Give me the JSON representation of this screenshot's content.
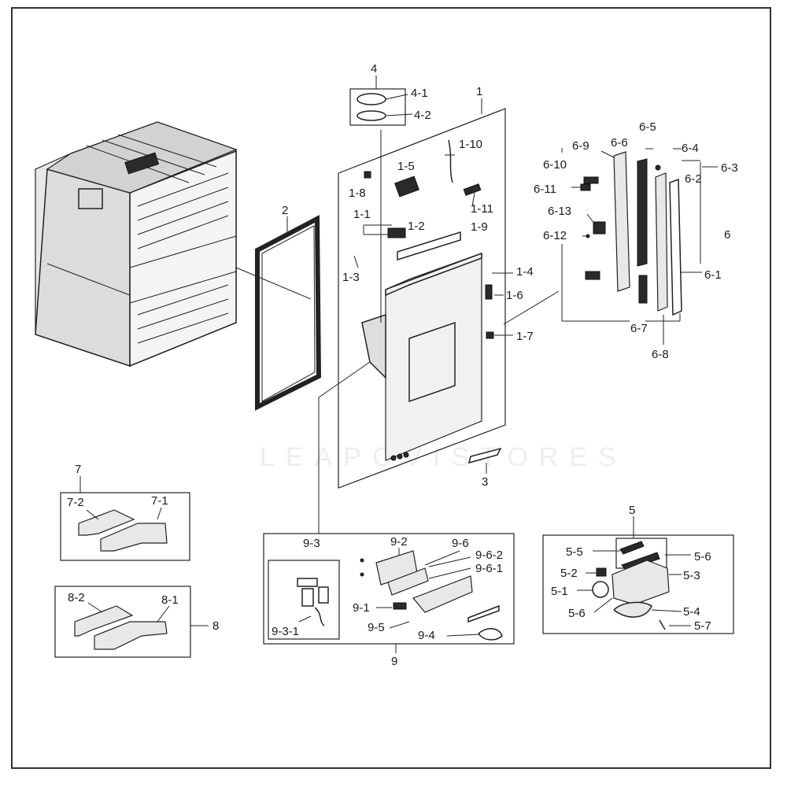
{
  "watermark": "LEAPOVISTORES",
  "labels": {
    "l1": "1",
    "l1_1": "1-1",
    "l1_2": "1-2",
    "l1_3": "1-3",
    "l1_4": "1-4",
    "l1_5": "1-5",
    "l1_6": "1-6",
    "l1_7": "1-7",
    "l1_8": "1-8",
    "l1_9": "1-9",
    "l1_10": "1-10",
    "l1_11": "1-11",
    "l2": "2",
    "l3": "3",
    "l4": "4",
    "l4_1": "4-1",
    "l4_2": "4-2",
    "l5": "5",
    "l5_1": "5-1",
    "l5_2": "5-2",
    "l5_3": "5-3",
    "l5_4": "5-4",
    "l5_5": "5-5",
    "l5_6a": "5-6",
    "l5_6b": "5-6",
    "l5_7": "5-7",
    "l6": "6",
    "l6_1": "6-1",
    "l6_2": "6-2",
    "l6_3": "6-3",
    "l6_4": "6-4",
    "l6_5": "6-5",
    "l6_6": "6-6",
    "l6_7": "6-7",
    "l6_8": "6-8",
    "l6_9": "6-9",
    "l6_10": "6-10",
    "l6_11": "6-11",
    "l6_12": "6-12",
    "l6_13": "6-13",
    "l7": "7",
    "l7_1": "7-1",
    "l7_2": "7-2",
    "l8": "8",
    "l8_1": "8-1",
    "l8_2": "8-2",
    "l9": "9",
    "l9_1": "9-1",
    "l9_2": "9-2",
    "l9_3": "9-3",
    "l9_3_1": "9-3-1",
    "l9_4": "9-4",
    "l9_5": "9-5",
    "l9_6": "9-6",
    "l9_6_1": "9-6-1",
    "l9_6_2": "9-6-2"
  }
}
